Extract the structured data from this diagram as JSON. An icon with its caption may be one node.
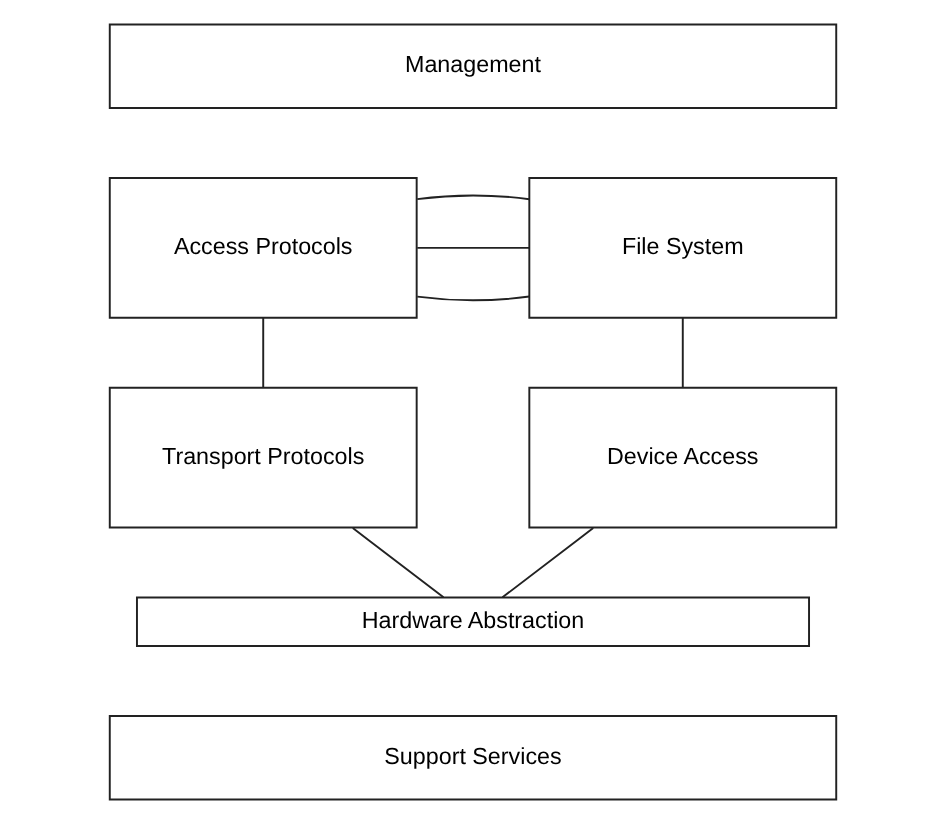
{
  "diagram": {
    "nodes": [
      {
        "text": [
          "Management"
        ]
      },
      {
        "text": [
          "Access Protocols"
        ]
      },
      {
        "text": [
          "File System"
        ]
      },
      {
        "text": [
          "Transport Protocols"
        ]
      },
      {
        "text": [
          "Device Access"
        ]
      },
      {
        "text": [
          "Hardware Abstraction"
        ]
      },
      {
        "text": [
          "Support Services"
        ]
      }
    ],
    "edges": [
      {
        "from": 1,
        "to": 2,
        "arrow": "none"
      },
      {
        "from": 1,
        "to": 2,
        "arrow": "none"
      },
      {
        "from": 1,
        "to": 2,
        "arrow": "none"
      },
      {
        "from": 1,
        "to": 3,
        "arrow": "none"
      },
      {
        "from": 2,
        "to": 4,
        "arrow": "none"
      },
      {
        "from": 3,
        "to": 5,
        "arrow": "none"
      },
      {
        "from": 4,
        "to": 5,
        "arrow": "none"
      }
    ]
  }
}
